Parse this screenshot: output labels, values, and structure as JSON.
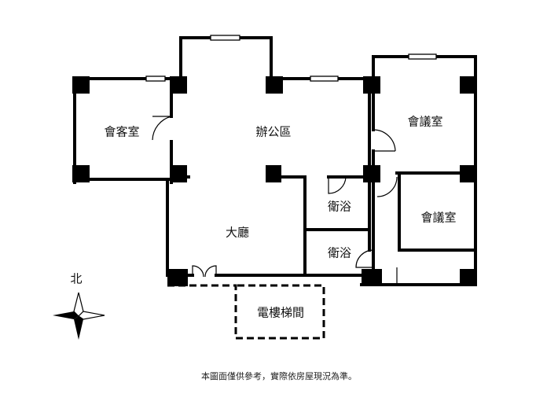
{
  "rooms": {
    "reception": "會客室",
    "office": "辦公區",
    "meeting_1": "會議室",
    "meeting_2": "會議室",
    "bathroom_1": "衛浴",
    "bathroom_2": "衛浴",
    "lobby": "大廳",
    "elevator_stairs": "電樓梯間"
  },
  "compass": {
    "north": "北"
  },
  "disclaimer": "本圖面僅供參考，實際依房屋現況為準。"
}
